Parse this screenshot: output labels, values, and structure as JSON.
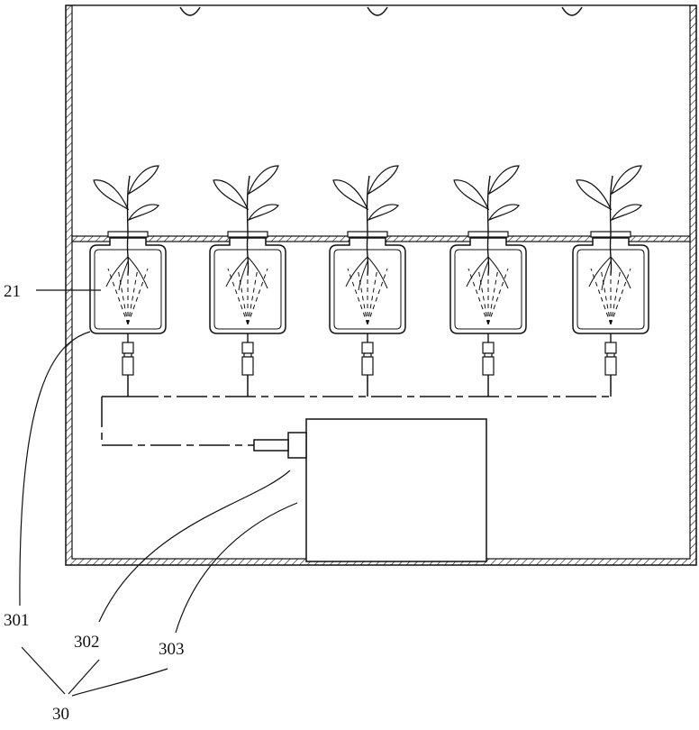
{
  "figure": {
    "labels": {
      "container": "21",
      "nozzle": "301",
      "pipe": "302",
      "pump": "303",
      "system": "30"
    }
  },
  "colors": {
    "ink": "#111111",
    "background": "#ffffff"
  }
}
